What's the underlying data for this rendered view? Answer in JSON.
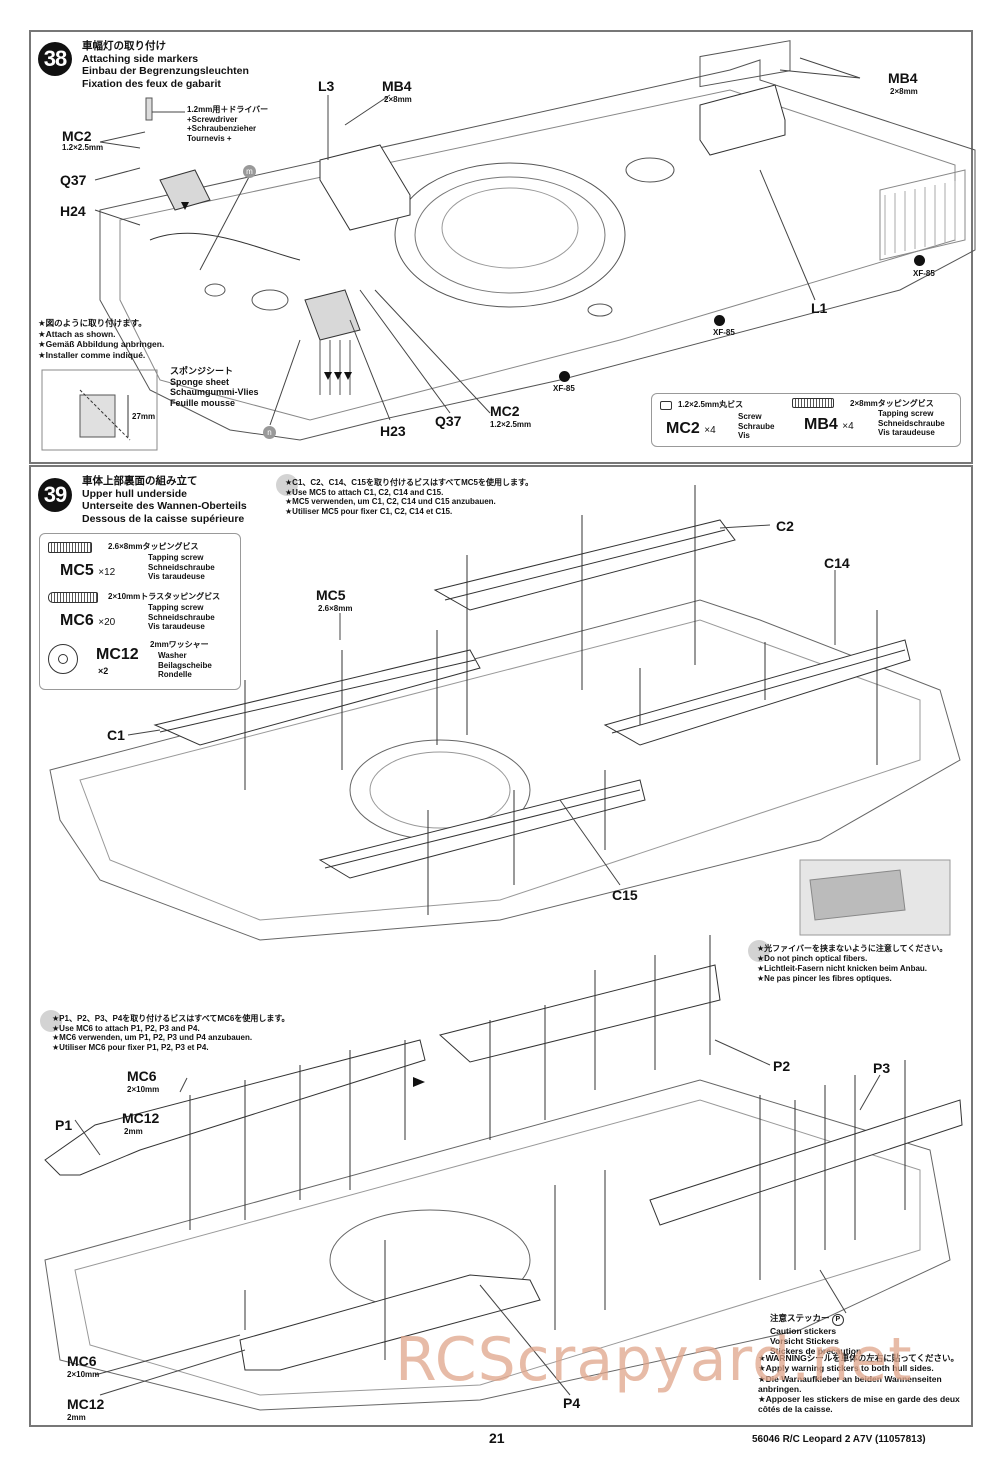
{
  "page": {
    "number": "21",
    "footer_product": "56046 R/C Leopard 2 A7V (11057813)",
    "watermark": "RCScrapyard.net"
  },
  "step38": {
    "number": "38",
    "title_jp": "車幅灯の取り付け",
    "title_en": "Attaching side markers",
    "title_de": "Einbau der Begrenzungsleuchten",
    "title_fr": "Fixation des feux de gabarit",
    "tool": {
      "jp": "1.2mm用＋ドライバー",
      "en": "+Screwdriver",
      "de": "+Schraubenzieher",
      "fr": "Tournevis +"
    },
    "labels": {
      "mc2_left": "MC2",
      "mc2_left_size": "1.2×2.5mm",
      "q37_left": "Q37",
      "h24": "H24",
      "l3": "L3",
      "mb4_left": "MB4",
      "mb4_left_size": "2×8mm",
      "mb4_right": "MB4",
      "mb4_right_size": "2×8mm",
      "l1": "L1",
      "h23": "H23",
      "q37_bottom": "Q37",
      "mc2_bottom": "MC2",
      "mc2_bottom_size": "1.2×2.5mm",
      "marker_m": "m",
      "marker_n": "n",
      "xf85_a": "XF-85",
      "xf85_b": "XF-85",
      "xf85_c": "XF-85"
    },
    "note": {
      "jp": "★図のように取り付けます。",
      "en": "★Attach as shown.",
      "de": "★Gemäß Abbildung anbringen.",
      "fr": "★Installer comme indiqué."
    },
    "inset_dimension": "27mm",
    "sponge": {
      "jp": "スポンジシート",
      "en": "Sponge sheet",
      "de": "Schaumgummi-Vlies",
      "fr": "Feuille mousse"
    },
    "parts_legend": [
      {
        "code": "MC2",
        "qty": "×4",
        "size_jp": "1.2×2.5mm丸ビス",
        "en": "Screw",
        "de": "Schraube",
        "fr": "Vis"
      },
      {
        "code": "MB4",
        "qty": "×4",
        "size_jp": "2×8mmタッピングビス",
        "en": "Tapping screw",
        "de": "Schneidschraube",
        "fr": "Vis taraudeuse"
      }
    ]
  },
  "step39": {
    "number": "39",
    "title_jp": "車体上部裏面の組み立て",
    "title_en": "Upper hull underside",
    "title_de": "Unterseite des Wannen-Oberteils",
    "title_fr": "Dessous de la caisse supérieure",
    "parts_legend": [
      {
        "code": "MC5",
        "qty": "×12",
        "size_jp": "2.6×8mmタッピングビス",
        "en": "Tapping screw",
        "de": "Schneidschraube",
        "fr": "Vis taraudeuse"
      },
      {
        "code": "MC6",
        "qty": "×20",
        "size_jp": "2×10mmトラスタッピングビス",
        "en": "Tapping screw",
        "de": "Schneidschraube",
        "fr": "Vis taraudeuse"
      },
      {
        "code": "MC12",
        "qty": "×2",
        "size_jp": "2mmワッシャー",
        "en": "Washer",
        "de": "Beilagscheibe",
        "fr": "Rondelle"
      }
    ],
    "note_c": {
      "jp": "★C1、C2、C14、C15を取り付けるビスはすべてMC5を使用します。",
      "en": "★Use MC5 to attach C1, C2, C14 and C15.",
      "de": "★MC5 verwenden, um C1, C2, C14 und C15 anzubauen.",
      "fr": "★Utiliser MC5 pour fixer C1, C2, C14 et C15."
    },
    "note_fiber": {
      "jp": "★光ファイバーを挟まないように注意してください。",
      "en": "★Do not pinch optical fibers.",
      "de": "★Lichtleit-Fasern nicht knicken beim Anbau.",
      "fr": "★Ne pas pincer les fibres optiques."
    },
    "note_p": {
      "jp": "★P1、P2、P3、P4を取り付けるビスはすべてMC6を使用します。",
      "en": "★Use MC6 to attach P1, P2, P3 and P4.",
      "de": "★MC6 verwenden, um P1, P2, P3 und P4 anzubauen.",
      "fr": "★Utiliser MC6 pour fixer P1, P2, P3 et P4."
    },
    "labels": {
      "c1": "C1",
      "c2": "C2",
      "c14": "C14",
      "c15": "C15",
      "mc5": "MC5",
      "mc5_size": "2.6×8mm",
      "p1": "P1",
      "p2": "P2",
      "p3": "P3",
      "p4": "P4",
      "mc6_top": "MC6",
      "mc6_top_size": "2×10mm",
      "mc12_top": "MC12",
      "mc12_top_size": "2mm",
      "mc6_bottom": "MC6",
      "mc6_bottom_size": "2×10mm",
      "mc12_bottom": "MC12",
      "mc12_bottom_size": "2mm"
    },
    "stickers": {
      "jp": "注意ステッカー",
      "marker": "P",
      "en": "Caution stickers",
      "de": "Vorsicht Stickers",
      "fr": "Stickers de precaution"
    },
    "warning": {
      "jp": "★WARNINGシールを車体の左右に貼ってください。",
      "en": "★Apply warning stickers to both hull sides.",
      "de_1": "★Die Warnaufkleber an beiden Wannenseiten",
      "de_2": "anbringen.",
      "fr_1": "★Apposer les stickers de mise en garde des deux",
      "fr_2": "côtés de la caisse."
    }
  }
}
